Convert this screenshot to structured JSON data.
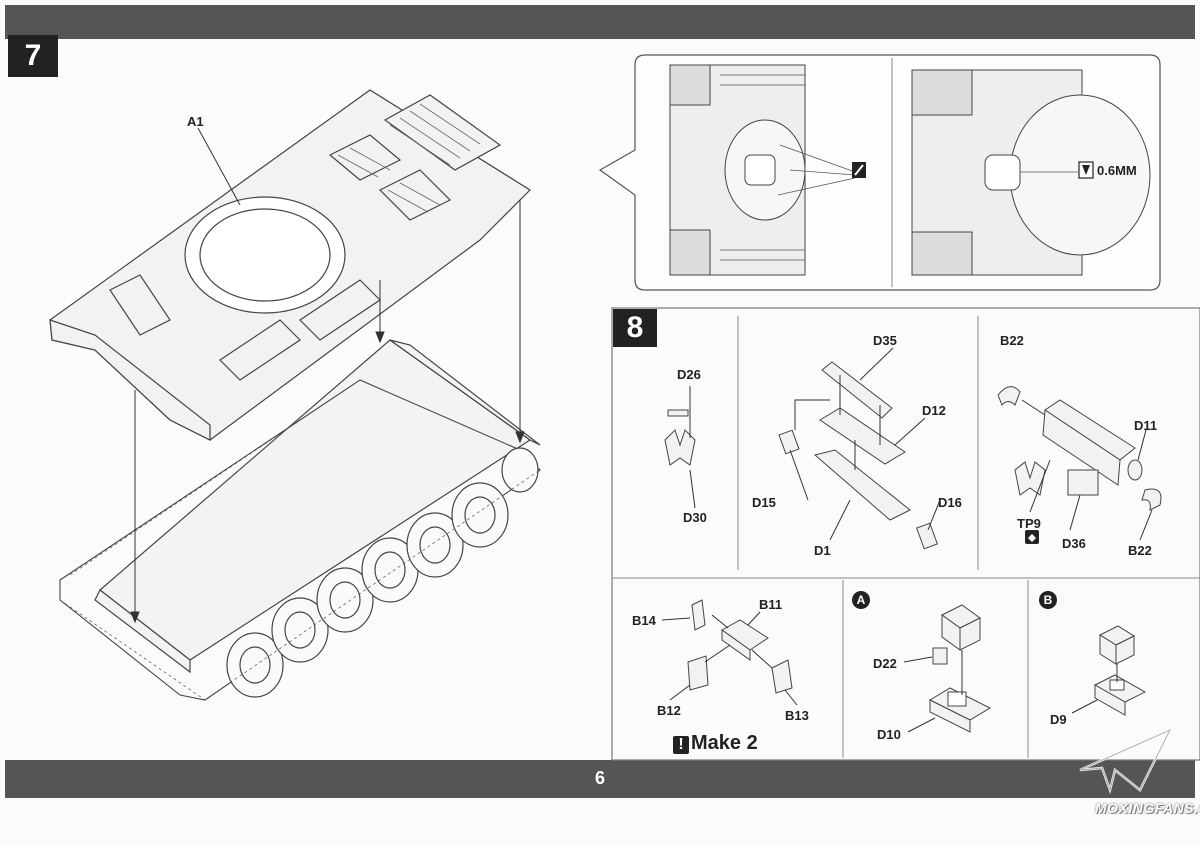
{
  "page_number": "6",
  "step7": {
    "number": "7",
    "labels": {
      "a1": "A1"
    },
    "detail": {
      "thickness": "0.6MM"
    }
  },
  "step8": {
    "number": "8",
    "sub1": {
      "d26": "D26",
      "d30": "D30"
    },
    "sub2": {
      "d35": "D35",
      "d12": "D12",
      "d15": "D15",
      "d16": "D16",
      "d1": "D1"
    },
    "sub3": {
      "b22_top": "B22",
      "d11": "D11",
      "tp9": "TP9",
      "d36": "D36",
      "b22_bottom": "B22"
    },
    "sub4": {
      "b14": "B14",
      "b11": "B11",
      "b12": "B12",
      "b13": "B13",
      "make_label": "Make 2",
      "warn_glyph": "!"
    },
    "sub5": {
      "variant": "A",
      "d22": "D22",
      "d10": "D10"
    },
    "sub6": {
      "variant": "B",
      "d9": "D9"
    }
  },
  "watermark": "MOXINGFANS.COM",
  "colors": {
    "bar": "#555555",
    "badge": "#222222"
  }
}
